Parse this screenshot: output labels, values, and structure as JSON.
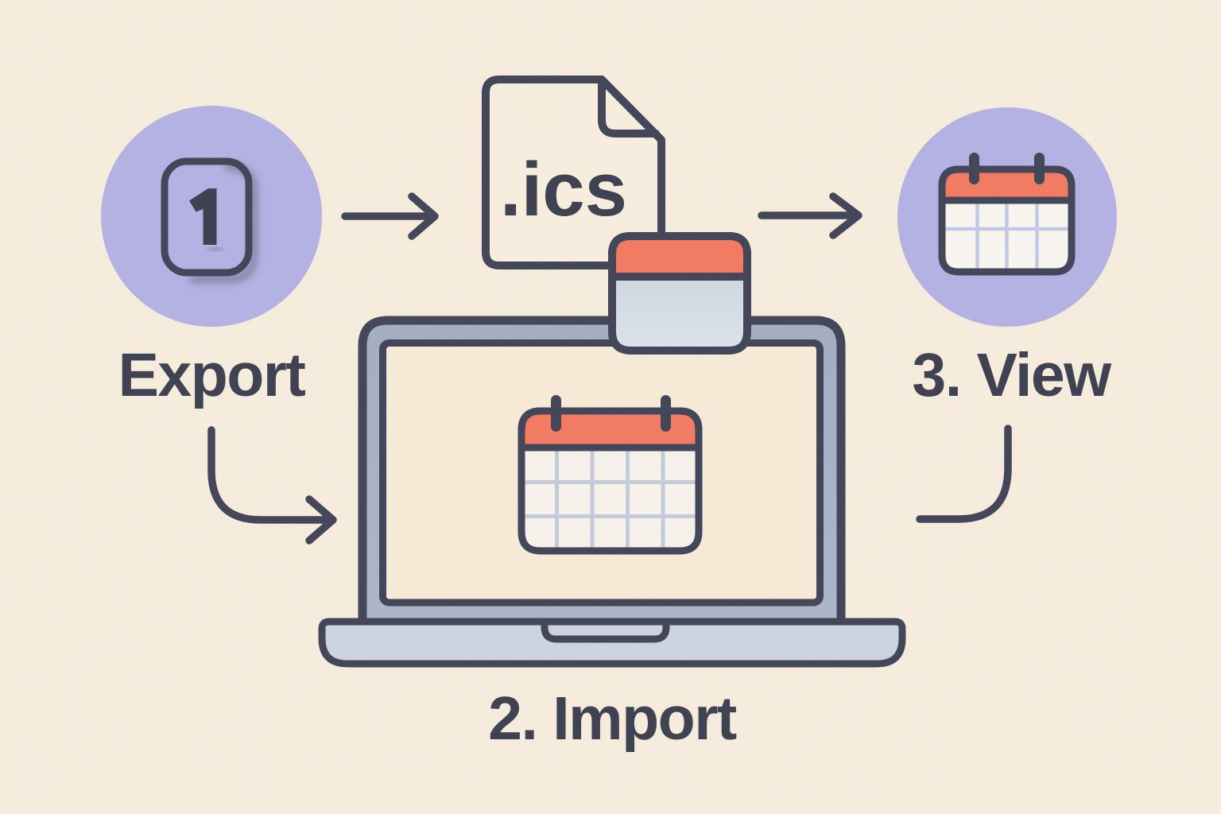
{
  "title": "Calendar export-import-view steps diagram",
  "steps": [
    {
      "badge_number": "1",
      "label": "Export"
    },
    {
      "label": "2. Import"
    },
    {
      "label": "3. View"
    }
  ],
  "file": {
    "extension_label": ".ics"
  },
  "icons": [
    "export-box-icon",
    "arrow-right-icon",
    "ics-file-icon",
    "import-calendar-icon",
    "laptop-icon",
    "screen-calendar-icon",
    "view-calendar-icon",
    "curved-arrow-icon"
  ],
  "colors": {
    "background": "#fbf1e2",
    "outline": "#424659",
    "text": "#3d4152",
    "lavender": "#b6b5e8",
    "coral": "#f87c64",
    "laptop_frame": "#a9b3c8",
    "laptop_base": "#cfd8e5",
    "screen": "#fcefdc",
    "grid_gray": "#c7cfe0",
    "grid_periwinkle": "#c5cdec"
  }
}
